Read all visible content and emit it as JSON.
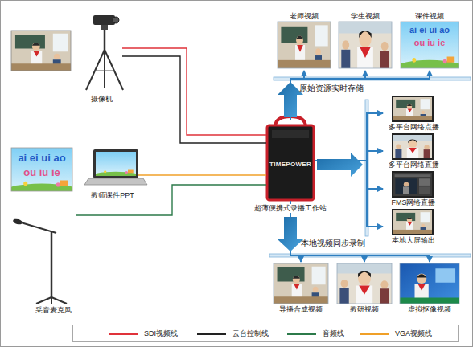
{
  "diagram": {
    "nodes": [
      {
        "text": [
          "摄像机"
        ]
      },
      {
        "text": [
          "教师课件PPT"
        ]
      },
      {
        "text": [
          "采音麦克风"
        ]
      },
      {
        "text": [
          "TIMEPOWER",
          "超薄便携式录播工作站"
        ]
      },
      {
        "text": [
          "老师视频"
        ]
      },
      {
        "text": [
          "学生视频"
        ]
      },
      {
        "text": [
          "课件视频"
        ]
      },
      {
        "text": [
          "多平台网络点播"
        ]
      },
      {
        "text": [
          "多平台网络直播"
        ]
      },
      {
        "text": [
          "FMS网络直播"
        ]
      },
      {
        "text": [
          "本地大屏输出"
        ]
      },
      {
        "text": [
          "导播合成视频"
        ]
      },
      {
        "text": [
          "教研视频"
        ]
      },
      {
        "text": [
          "虚拟抠像视频"
        ]
      }
    ],
    "edges": [
      {
        "from": 0,
        "to": 3,
        "arrow": "none"
      },
      {
        "from": 0,
        "to": 3,
        "arrow": "none"
      },
      {
        "from": 1,
        "to": 3,
        "arrow": "none"
      },
      {
        "from": 2,
        "to": 3,
        "arrow": "none"
      },
      {
        "from": 3,
        "to": 4,
        "arrow": "to"
      },
      {
        "from": 3,
        "to": 5,
        "arrow": "to"
      },
      {
        "from": 3,
        "to": 6,
        "arrow": "to"
      },
      {
        "from": 3,
        "to": 7,
        "arrow": "to"
      },
      {
        "from": 3,
        "to": 8,
        "arrow": "to"
      },
      {
        "from": 3,
        "to": 9,
        "arrow": "to"
      },
      {
        "from": 3,
        "to": 10,
        "arrow": "to"
      },
      {
        "from": 3,
        "to": 11,
        "arrow": "to"
      },
      {
        "from": 3,
        "to": 12,
        "arrow": "to"
      },
      {
        "from": 3,
        "to": 13,
        "arrow": "to"
      }
    ],
    "labels": [
      "原始资源实时存储",
      "本地视频同步录制",
      "ai ei ui ao",
      "ou iu ie",
      "ai ei ui ao",
      "ou iu ie"
    ],
    "legend": [
      {
        "text": "SDI视频线",
        "color": "#e0323a"
      },
      {
        "text": "云台控制线",
        "color": "#222222"
      },
      {
        "text": "音频线",
        "color": "#2c7a4a"
      },
      {
        "text": "VGA视频线",
        "color": "#f0a028"
      }
    ]
  }
}
